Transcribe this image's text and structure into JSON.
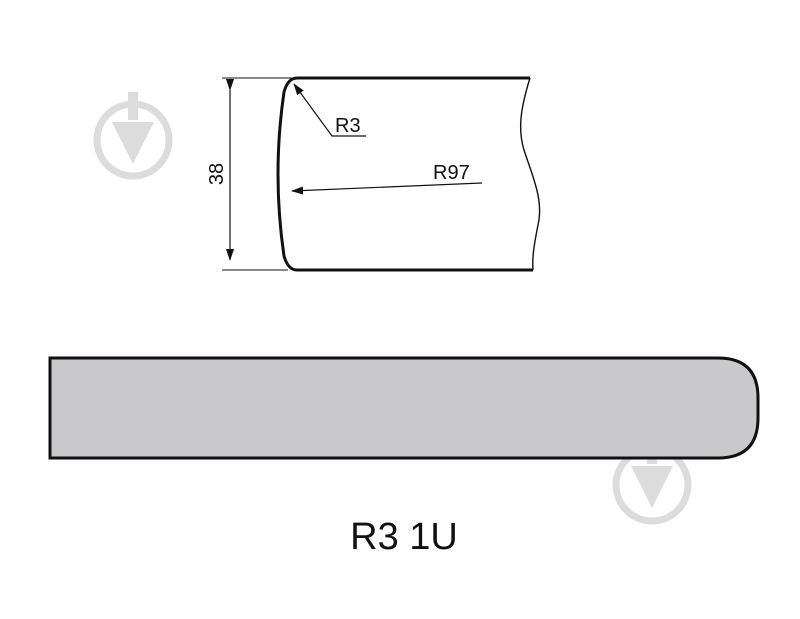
{
  "profile": {
    "height_label": "38",
    "corner_radius_label": "R3",
    "edge_radius_label": "R97"
  },
  "caption": "R3 1U",
  "colors": {
    "stroke": "#111111",
    "panel_fill": "#c9c9cc",
    "watermark": "#dcdcdc"
  },
  "watermark_icon": "download-arrow-icon"
}
